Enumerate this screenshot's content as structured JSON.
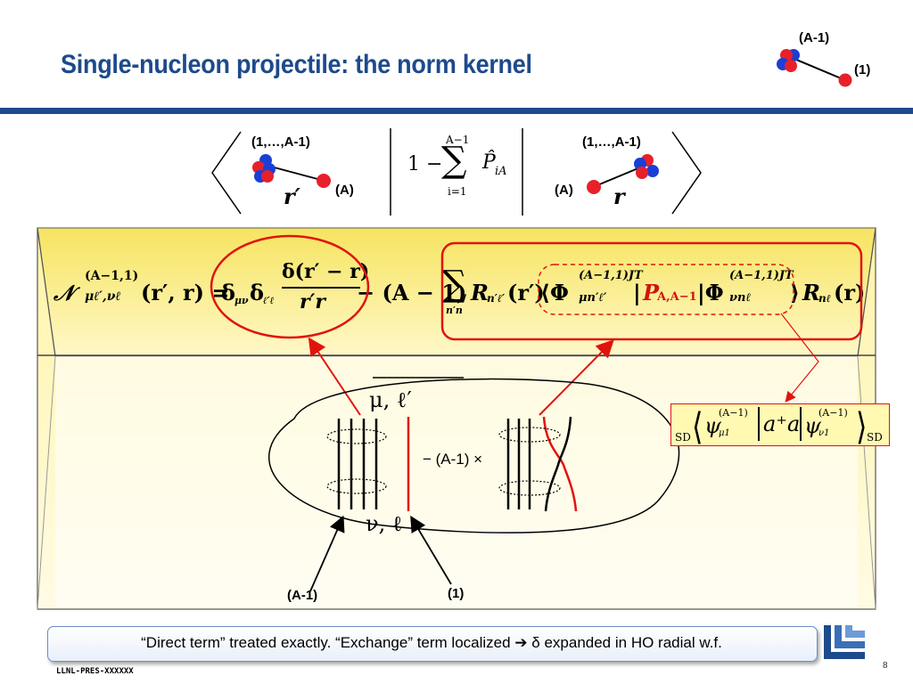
{
  "slide": {
    "title": "Single-nucleon projectile: the norm kernel",
    "page_number": "8",
    "footer_code": "LLNL-PRES-XXXXXX",
    "footnote_parts": [
      "“Direct term” treated exactly. “Exchange” term localized ",
      " δ expanded in HO radial w.f."
    ]
  },
  "corner_diagram": {
    "label_cluster": "(A-1)",
    "label_nucleon": "(1)"
  },
  "bra_ket": {
    "left_cluster_label": "(1,…,A-1)",
    "left_nucleon_label": "(A)",
    "left_coordinate": "r′",
    "right_cluster_label": "(1,…,A-1)",
    "right_nucleon_label": "(A)",
    "right_coordinate": "r",
    "operator": {
      "one": "1 −",
      "sum_upper": "A−1",
      "sum_lower": "i=1",
      "term": "P̂",
      "term_sub": "iA"
    }
  },
  "kernel_equation": {
    "lhs": "𝒩",
    "lhs_sup": "(A−1,1)",
    "lhs_sub": "μℓ′,νℓ",
    "lhs_args": "(r′, r) =",
    "direct_deltas": "δ",
    "direct_sub1": "μν",
    "direct_sub2": "ℓ′ℓ",
    "direct_num": "δ(r′ − r)",
    "direct_den": "r′r",
    "minus_factor": "− (A − 1)",
    "sum_lower": "n′n",
    "radial_left": "R",
    "radial_left_sub": "n′ℓ′",
    "radial_left_arg": "(r′)",
    "bra_phi_sup": "(A−1,1)JT",
    "bra_phi_sub": "μn′ℓ′",
    "operator": "P",
    "operator_sub": "A,A−1",
    "ket_phi_sup": "(A−1,1)JT",
    "ket_phi_sub": "νnℓ",
    "radial_right": "R",
    "radial_right_sub": "nℓ",
    "radial_right_arg": "(r)"
  },
  "sd_matrix_element": {
    "bra_label": "SD",
    "bra_psi": "ψ",
    "bra_sup": "(A−1)",
    "bra_sub": "μ1",
    "operator": "a⁺a",
    "ket_psi": "ψ",
    "ket_sup": "(A−1)",
    "ket_sub": "ν1",
    "ket_label": "SD"
  },
  "diagram": {
    "top_label": "μ, ℓ′",
    "bottom_label": "ν, ℓ",
    "middle_label": "− (A-1) ×",
    "cluster_label": "(A-1)",
    "nucleon_label": "(1)"
  },
  "colors": {
    "title_blue": "#1d4a8c",
    "accent_red": "#e0140e",
    "panel_yellow": "#fff4a8",
    "nucleon_red": "#e8202a",
    "nucleon_blue": "#1a3fd6"
  }
}
